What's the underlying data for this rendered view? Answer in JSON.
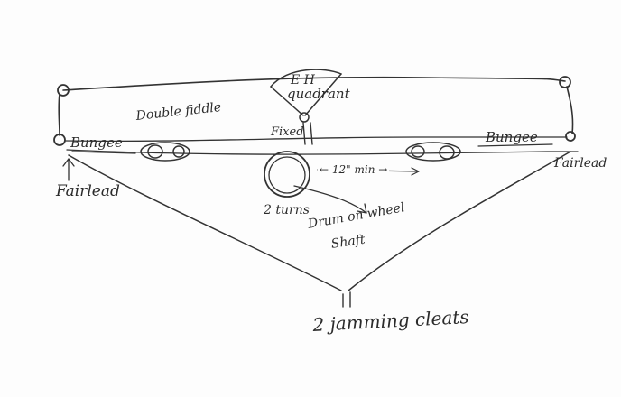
{
  "labels": {
    "quadrant_line1": "E H",
    "quadrant_line2": "quadrant",
    "double_fiddle": "Double fiddle",
    "fixed": "Fixed",
    "bungee_left": "Bungee",
    "bungee_right": "Bungee",
    "fairlead_left": "Fairlead",
    "fairlead_right": "Fairlead",
    "min_distance": "← 12\" min →",
    "two_turns": "2 turns",
    "drum_line1": "Drum on wheel",
    "drum_line2": "Shaft",
    "cleat_mark": "I I",
    "jamming_cleats": "2 jamming cleats"
  },
  "colors": {
    "ink": "#333333",
    "paper": "#fdfdfd"
  }
}
